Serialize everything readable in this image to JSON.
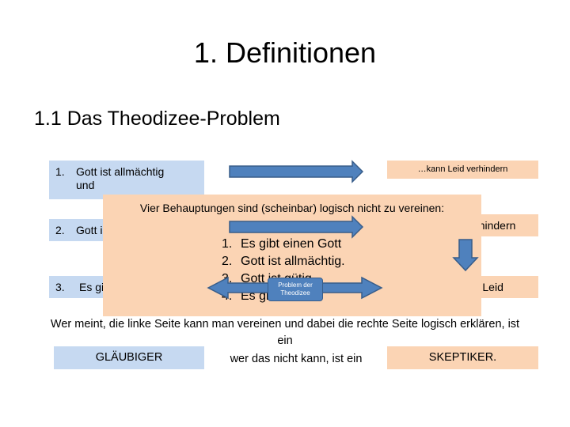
{
  "slide": {
    "title": "1. Definitionen",
    "subtitle": "1.1 Das Theodizee-Problem"
  },
  "left_boxes": [
    {
      "num": "1.",
      "line1": "Gott ist allmächtig",
      "line2": "und"
    },
    {
      "num": "2.",
      "line1": "Gott ist gütig"
    },
    {
      "num": "3.",
      "line1": "Es gibt Leid"
    }
  ],
  "right_boxes": [
    {
      "text": "…kann Leid verhindern"
    },
    {
      "text": "…will Leid verhindern"
    },
    {
      "text": "Es gibt kein Leid"
    }
  ],
  "overlay": {
    "heading": "Vier Behauptungen sind (scheinbar) logisch nicht zu vereinen:",
    "claims": [
      {
        "num": "1.",
        "text": "Es gibt einen Gott"
      },
      {
        "num": "2.",
        "text": "Gott ist allmächtig."
      },
      {
        "num": "3.",
        "text": "Gott ist gütig."
      },
      {
        "num": "4.",
        "text": "Es gibt Leid."
      }
    ]
  },
  "badge": {
    "line1": "Problem der",
    "line2": "Theodizee"
  },
  "conclusion": {
    "text": "Wer meint, die linke Seite kann man vereinen und dabei die rechte Seite logisch erklären, ist ein",
    "middle": "wer das nicht kann, ist ein",
    "believer": "GLÄUBIGER",
    "skeptic": "SKEPTIKER."
  },
  "colors": {
    "box_blue": "#c6d9f1",
    "box_peach": "#fbd4b4",
    "arrow_fill": "#4f81bd",
    "arrow_stroke": "#385d8a"
  }
}
